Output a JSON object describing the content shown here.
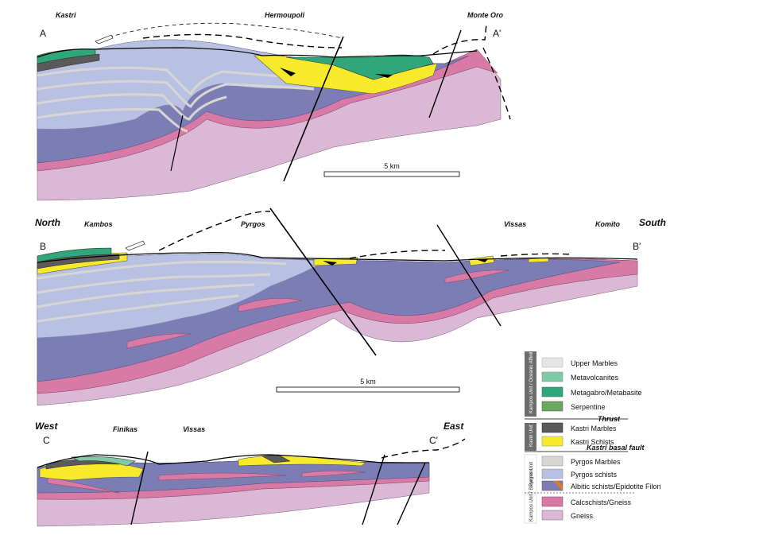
{
  "section_a": {
    "start": "A",
    "end": "A'",
    "places": [
      "Kastri",
      "Hermoupoli",
      "Monte Oro"
    ],
    "scale": "5 km"
  },
  "section_b": {
    "start": "B",
    "end": "B'",
    "orient_left": "North",
    "orient_right": "South",
    "places": [
      "Kambos",
      "Pyrgos",
      "Vissas",
      "Komito"
    ],
    "scale": "5 km"
  },
  "section_c": {
    "start": "C",
    "end": "C'",
    "orient_left": "West",
    "orient_right": "East",
    "places": [
      "Finikas",
      "Vissas"
    ]
  },
  "legend": {
    "groups": [
      {
        "name": "Kampos Unit / Oceanic Affinities",
        "color": "#6d6d6d"
      },
      {
        "name": "Kastri Unit",
        "color": "#6d6d6d"
      },
      {
        "name": "Pyrgos Unit",
        "color": "#ffffff"
      },
      {
        "name": "Kampos Unit / Basement",
        "color": "#ffffff"
      }
    ],
    "items": [
      {
        "label": "Upper Marbles",
        "color": "#e6e6e4"
      },
      {
        "label": "Metavolcanites",
        "color": "#7fc9a5"
      },
      {
        "label": "Metagabro/Metabasite",
        "color": "#2fa77a"
      },
      {
        "label": "Serpentine",
        "color": "#6aa860"
      },
      {
        "label": "Kastri Marbles",
        "color": "#5a5a5a"
      },
      {
        "label": "Kastri Schists",
        "color": "#f7ea2a"
      },
      {
        "label": "Pyrgos Marbles",
        "color": "#d8d6d3"
      },
      {
        "label": "Pyrgos schists",
        "color": "#b9c1e2"
      },
      {
        "label": "Albitic schists/Epidotite Filon",
        "color": "#7d7db5"
      },
      {
        "label": "Calcschists/Gneiss",
        "color": "#d87aa6"
      },
      {
        "label": "Gneiss",
        "color": "#dbb8d6"
      }
    ],
    "headers": {
      "thrust": "Thrust",
      "basal_fault": "Kastri basal fault"
    }
  },
  "colors": {
    "gneiss": "#dbb8d6",
    "calcschist": "#d87aa6",
    "albitic": "#7d7db5",
    "pyrgos_schist": "#b9c1e2",
    "pyrgos_marble": "#d8d6d3",
    "kastri_schist": "#f7ea2a",
    "kastri_marble": "#5a5a5a",
    "metavolc": "#7fc9a5",
    "metagabbro": "#2fa77a",
    "serpentine": "#6aa860"
  }
}
